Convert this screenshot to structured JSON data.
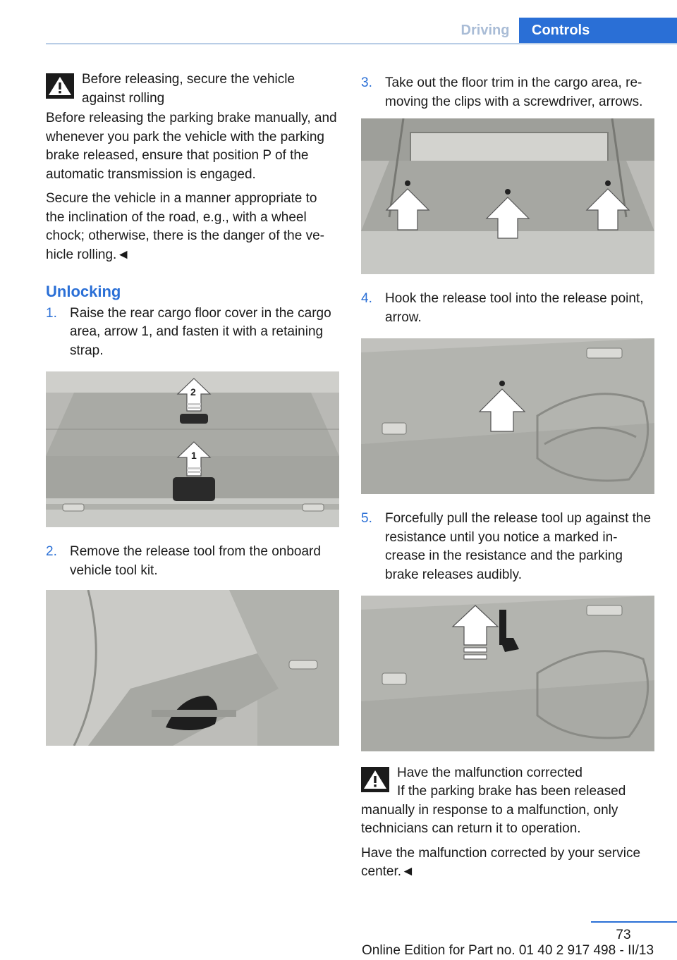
{
  "header": {
    "section": "Driving",
    "chapter": "Controls"
  },
  "left": {
    "warning": {
      "title": "Before releasing, secure the vehicle against rolling",
      "paragraphs": [
        "Before releasing the parking brake manually, and whenever you park the vehicle with the parking brake released, ensure that position P of the automatic transmission is engaged.",
        "Secure the vehicle in a manner appropriate to the inclination of the road, e.g., with a wheel chock; otherwise, there is the danger of the ve‐hicle rolling.◄"
      ]
    },
    "heading": "Unlocking",
    "steps": [
      {
        "num": "1.",
        "text": "Raise the rear cargo floor cover in the cargo area, arrow 1, and fasten it with a retaining strap."
      },
      {
        "num": "2.",
        "text": "Remove the release tool from the onboard vehicle tool kit."
      }
    ],
    "fig1_labels": {
      "arrow1": "1",
      "arrow2": "2"
    }
  },
  "right": {
    "steps": [
      {
        "num": "3.",
        "text": "Take out the floor trim in the cargo area, re‐moving the clips with a screwdriver, arrows."
      },
      {
        "num": "4.",
        "text": "Hook the release tool into the release point, arrow."
      },
      {
        "num": "5.",
        "text": "Forcefully pull the release tool up against the resistance until you notice a marked in‐crease in the resistance and the parking brake releases audibly."
      }
    ],
    "warning": {
      "title": "Have the malfunction corrected",
      "paragraphs": [
        "If the parking brake has been released manually in response to a malfunction, only technicians can return it to operation.",
        "Have the malfunction corrected by your service center.◄"
      ]
    }
  },
  "footer": {
    "page_number": "73",
    "edition": "Online Edition for Part no. 01 40 2 917 498 - II/13",
    "watermark": "Online Edition for Part no. 01 40 2 917 498 - II/13"
  }
}
